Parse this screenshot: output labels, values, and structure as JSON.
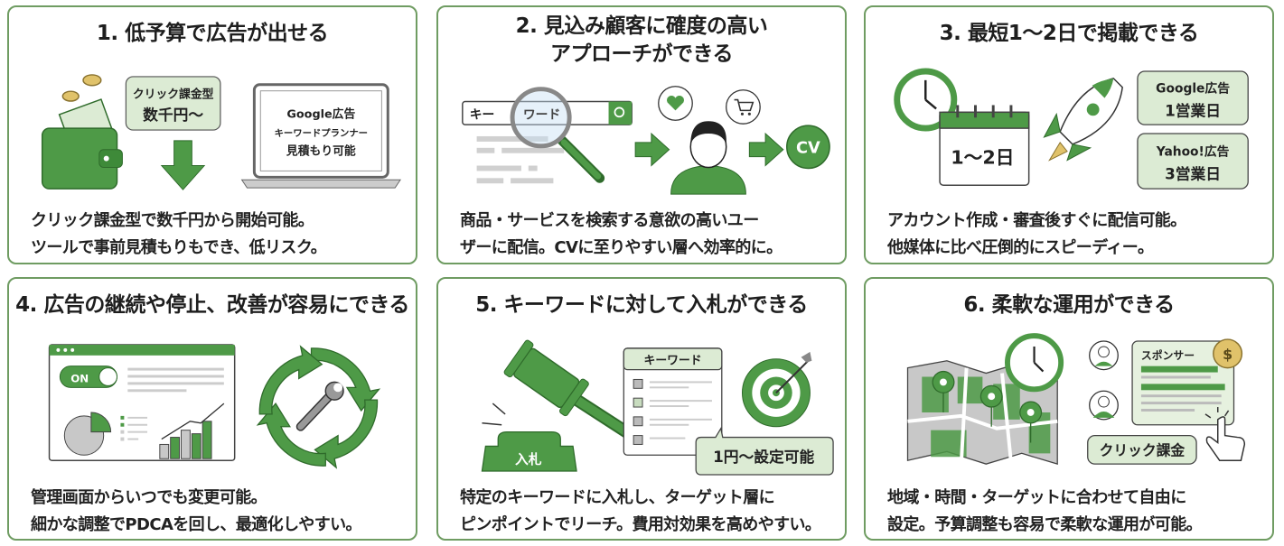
{
  "colors": {
    "green": "#4e9a47",
    "dark_green": "#2f6b2b",
    "light_green": "#dcebd4",
    "border": "#6f9c62",
    "gray": "#bdbdbd",
    "gold": "#e0c26a"
  },
  "cards": [
    {
      "title": "1. 低予算で広告が出せる",
      "bubble": [
        "クリック課金型",
        "数千円〜"
      ],
      "laptop": [
        "Google広告",
        "キーワードプランナー",
        "見積もり可能"
      ],
      "body": [
        "クリック課金型で数千円から開始可能。",
        "ツールで事前見積もりもでき、低リスク。"
      ]
    },
    {
      "title_lines": [
        "2. 見込み顧客に確度の高い",
        "アプローチができる"
      ],
      "search": [
        "キー",
        "ワード"
      ],
      "cv": "CV",
      "body": [
        "商品・サービスを検索する意欲の高いユー",
        "ザーに配信。CVに至りやすい層へ効率的に。"
      ]
    },
    {
      "title": "3. 最短1〜2日で掲載できる",
      "calendar": "1〜2日",
      "google": [
        "Google広告",
        "1営業日"
      ],
      "yahoo": [
        "Yahoo!広告",
        "3営業日"
      ],
      "body": [
        "アカウント作成・審査後すぐに配信可能。",
        "他媒体に比べ圧倒的にスピーディー。"
      ]
    },
    {
      "title": "4. 広告の継続や停止、改善が容易にできる",
      "toggle": "ON",
      "body": [
        "管理画面からいつでも変更可能。",
        "細かな調整でPDCAを回し、最適化しやすい。"
      ]
    },
    {
      "title": "5. キーワードに対して入札ができる",
      "gavel_base": "入札",
      "doc_header": "キーワード",
      "price": "1円〜設定可能",
      "body": [
        "特定のキーワードに入札し、ターゲット層に",
        "ピンポイントでリーチ。費用対効果を高めやすい。"
      ]
    },
    {
      "title": "6. 柔軟な運用ができる",
      "sponsor": "スポンサー",
      "coin": "$",
      "click": "クリック課金",
      "body": [
        "地域・時間・ターゲットに合わせて自由に",
        "設定。予算調整も容易で柔軟な運用が可能。"
      ]
    }
  ]
}
